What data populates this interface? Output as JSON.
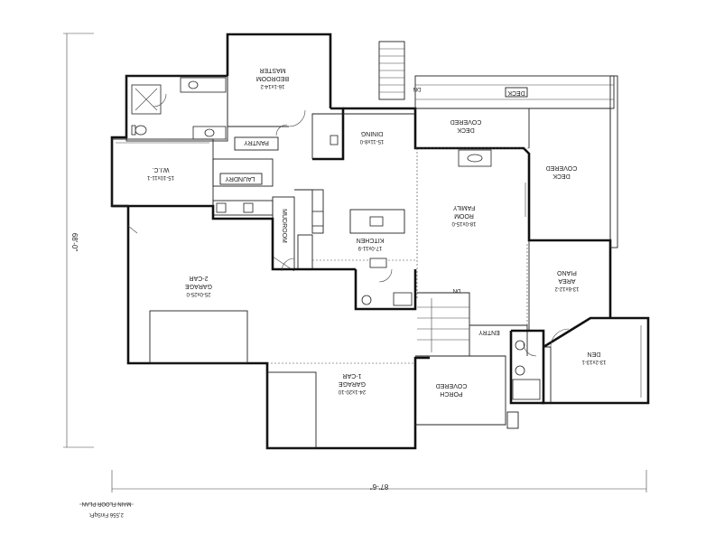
{
  "plan": {
    "title": "MAIN FLOOR PLAN",
    "subtitle": "2,556 FinSqFt",
    "overall_width": "87'-6\"",
    "overall_depth": "68'-0\""
  },
  "rooms": {
    "master": {
      "name": "MASTER",
      "name2": "BEDROOM",
      "dims": "16-1x14-2"
    },
    "wic": {
      "name": "W.I.C.",
      "dims": "15-10x11-1"
    },
    "pantry": {
      "name": "PANTRY"
    },
    "laundry": {
      "name": "LAUNDRY"
    },
    "dining": {
      "name": "DINING",
      "dims": "15-11x8-0"
    },
    "covered_deck_top": {
      "name": "COVERED",
      "name2": "DECK"
    },
    "deck": {
      "name": "DECK"
    },
    "covered_deck_right": {
      "name": "COVERED",
      "name2": "DECK"
    },
    "family": {
      "name": "FAMILY",
      "name2": "ROOM",
      "dims": "18-0x15-0"
    },
    "kitchen": {
      "name": "KITCHEN",
      "dims": "17-0x11-9"
    },
    "mudroom": {
      "name": "MUDROOM"
    },
    "garage2": {
      "name": "2-CAR",
      "name2": "GARAGE",
      "dims": "25-0x25-0"
    },
    "garage1": {
      "name": "1-CAR",
      "name2": "GARAGE",
      "dims": "24-1x20-10"
    },
    "piano": {
      "name": "PIANO",
      "name2": "AREA",
      "dims": "13-6x12-2"
    },
    "den": {
      "name": "DEN",
      "dims": "13-2x13-1"
    },
    "covered_porch": {
      "name": "COVERED",
      "name2": "PORCH"
    },
    "entry": {
      "name": "ENTRY"
    }
  },
  "stairs": {
    "dn_top": "DN",
    "dn_mid": "DN"
  }
}
